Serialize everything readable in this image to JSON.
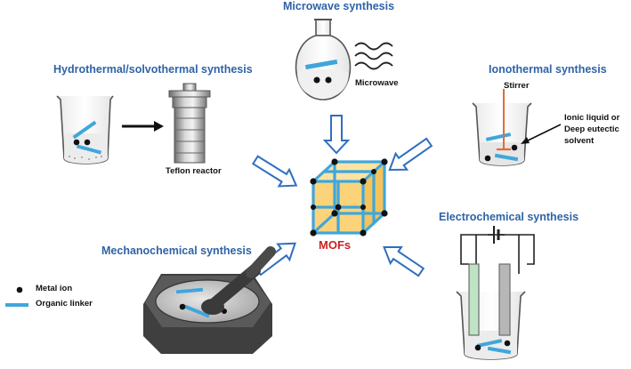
{
  "titles": {
    "microwave": "Microwave synthesis",
    "hydrothermal": "Hydrothermal/solvothermal synthesis",
    "ionothermal": "Ionothermal synthesis",
    "electrochemical": "Electrochemical synthesis",
    "mechanochemical": "Mechanochemical synthesis"
  },
  "labels": {
    "microwave": "Microwave",
    "teflon_reactor": "Teflon reactor",
    "stirrer": "Stirrer",
    "ionic_liquid_line1": "Ionic liquid or",
    "ionic_liquid_line2": "Deep eutectic",
    "ionic_liquid_line3": "solvent"
  },
  "center": {
    "label": "MOFs"
  },
  "legend": [
    {
      "label": "Metal ion",
      "icon": "metal-ion-dot-icon"
    },
    {
      "label": "Organic linker",
      "icon": "organic-linker-bar-icon"
    }
  ],
  "colors": {
    "title_blue": "#2f63a6",
    "arrow_blue": "#2f6fc0",
    "linker_blue": "#3fa6dc",
    "cube_fill": "#fbd37a",
    "mofs_red": "#c8231e",
    "electrode_green": "#bfe3c5",
    "electrode_gray": "#b7b7b7",
    "mortar_dark": "#4a4a4a"
  }
}
